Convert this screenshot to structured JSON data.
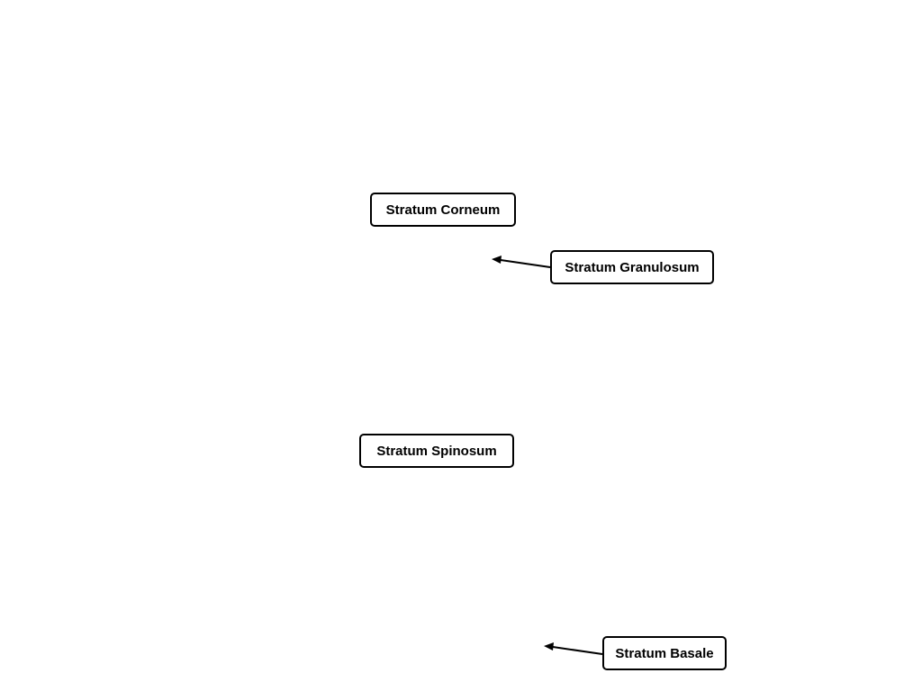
{
  "labels": {
    "corneum": "Stratum Corneum",
    "granulosum": "Stratum Granulosum",
    "spinosum": "Stratum Spinosum",
    "basale": "Stratum Basale"
  },
  "colors": {
    "background": "#ffffff",
    "stroke": "#000000"
  }
}
